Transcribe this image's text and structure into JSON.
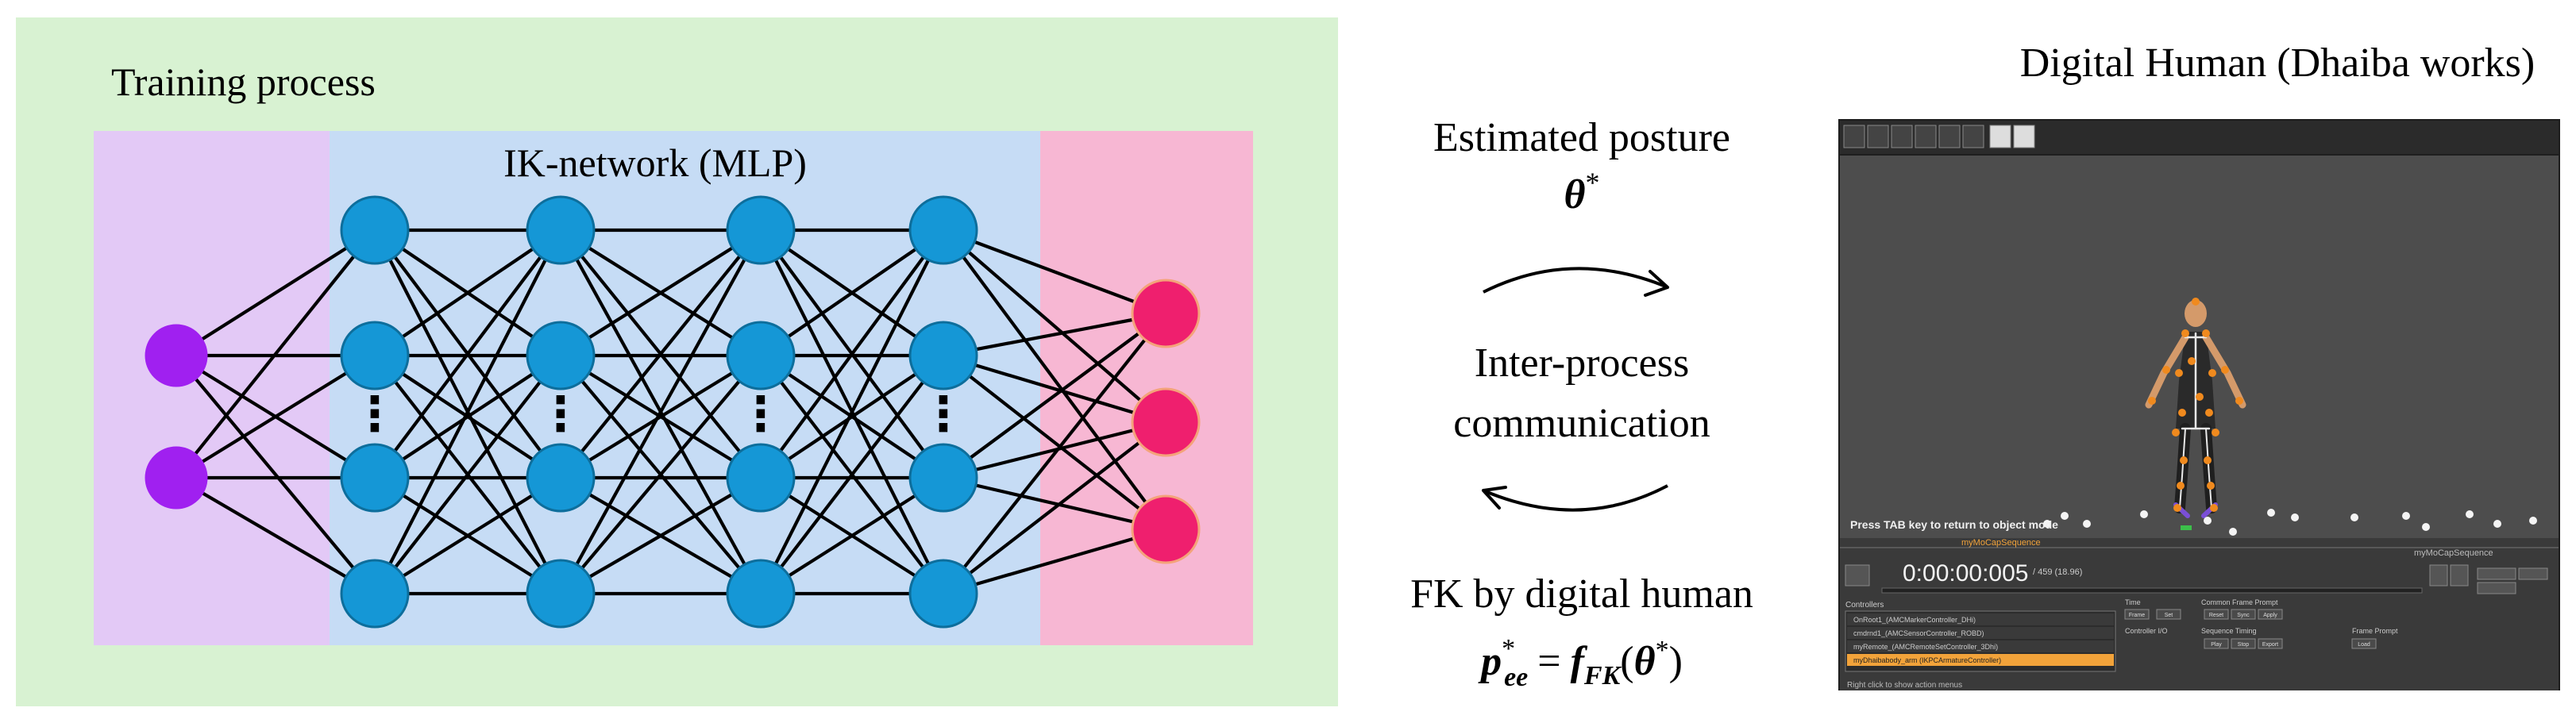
{
  "training": {
    "title": "Training process",
    "network_title": "IK-network (MLP)",
    "colors": {
      "panel_bg": "#d8f2d2",
      "input_band": "#e3c9f6",
      "hidden_band": "#c6dcf5",
      "output_band": "#f7b7d3",
      "input_node": "#a020f0",
      "hidden_node": "#1597d6",
      "output_node": "#ef1f6e",
      "edge": "#000000"
    },
    "layers": [
      {
        "role": "input",
        "count": 2
      },
      {
        "role": "hidden",
        "count": 4
      },
      {
        "role": "hidden",
        "count": 4
      },
      {
        "role": "hidden",
        "count": 4
      },
      {
        "role": "hidden",
        "count": 4
      },
      {
        "role": "output",
        "count": 3
      }
    ],
    "ellipsis": "⋮"
  },
  "middle": {
    "estimated_label": "Estimated posture",
    "theta_symbol": "θ",
    "theta_sup": "*",
    "ipc_line1": "Inter-process",
    "ipc_line2": "communication",
    "fk_label": "FK by digital human",
    "p_symbol": "p",
    "p_sup": "*",
    "p_sub": "ee",
    "eq": "=",
    "f_symbol": "f",
    "f_sub": "FK",
    "paren_open": "(",
    "paren_close": ")"
  },
  "digital_human": {
    "title": "Digital Human (Dhaiba works)",
    "viewport_hint": "Press TAB key to return to object mode",
    "sequence_label": "myMoCapSequence",
    "timecode": "0:00:00:005",
    "frame_info": "/ 459 (18.96)",
    "controllers_header": "Controllers",
    "controllers": [
      "OnRoot1_(AMCMarkerController_DHi)",
      "cmdrnd1_(AMCSensorController_ROBD)",
      "myRemote_(AMCRemoteSetController_3Dhi)",
      "myDhaibabody_arm (IKPCArmatureController)"
    ],
    "selected_controller_index": 3,
    "status_hint": "Right click to show action menus",
    "section_labels": [
      "Time",
      "Controller I/O",
      "Common Frame Prompt",
      "Sequence Timing",
      "Frame Prompt"
    ],
    "small_buttons": [
      "Frame",
      "Set",
      "Reset",
      "Sync",
      "Apply",
      "Play",
      "Stop",
      "Export",
      "Load"
    ],
    "colors": {
      "toolbar": "#2b2b2b",
      "viewport": "#4d4d4d",
      "panel": "#3a3a3a",
      "highlight": "#f2a33a",
      "marker": "#f08a1e"
    }
  }
}
